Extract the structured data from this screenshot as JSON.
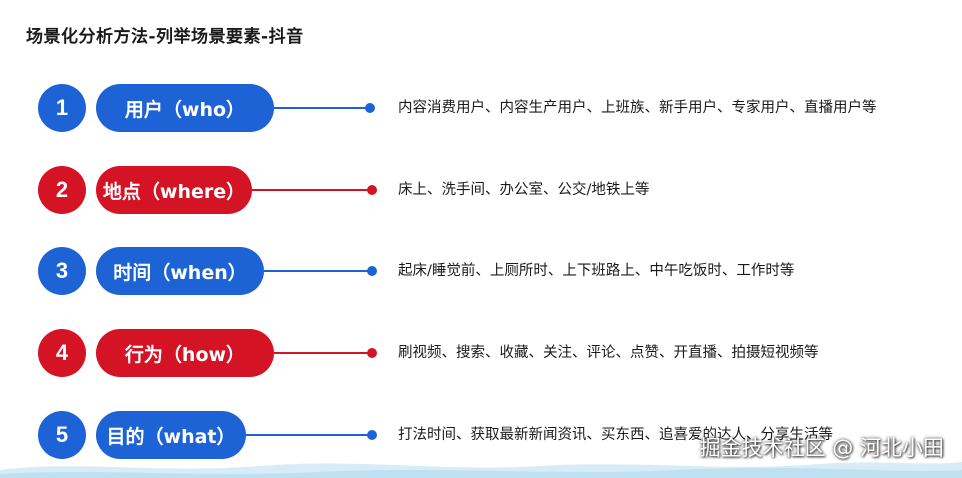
{
  "title": "场景化分析方法-列举场景要素-抖音",
  "colors": {
    "blue": "#1e63d6",
    "red": "#d41324"
  },
  "rows": [
    {
      "num": "1",
      "label": "用户（who）",
      "desc": "内容消费用户、内容生产用户、上班族、新手用户、专家用户、直播用户等",
      "color": "blue"
    },
    {
      "num": "2",
      "label": "地点（where）",
      "desc": "床上、洗手间、办公室、公交/地铁上等",
      "color": "red"
    },
    {
      "num": "3",
      "label": "时间（when）",
      "desc": "起床/睡觉前、上厕所时、上下班路上、中午吃饭时、工作时等",
      "color": "blue"
    },
    {
      "num": "4",
      "label": "行为（how）",
      "desc": "刷视频、搜索、收藏、关注、评论、点赞、开直播、拍摄短视频等",
      "color": "red"
    },
    {
      "num": "5",
      "label": "目的（what）",
      "desc": "打法时间、获取最新新闻资讯、买东西、追喜爱的达人、分享生活等",
      "color": "blue"
    }
  ],
  "watermark": "掘金技术社区 @ 河北小田"
}
